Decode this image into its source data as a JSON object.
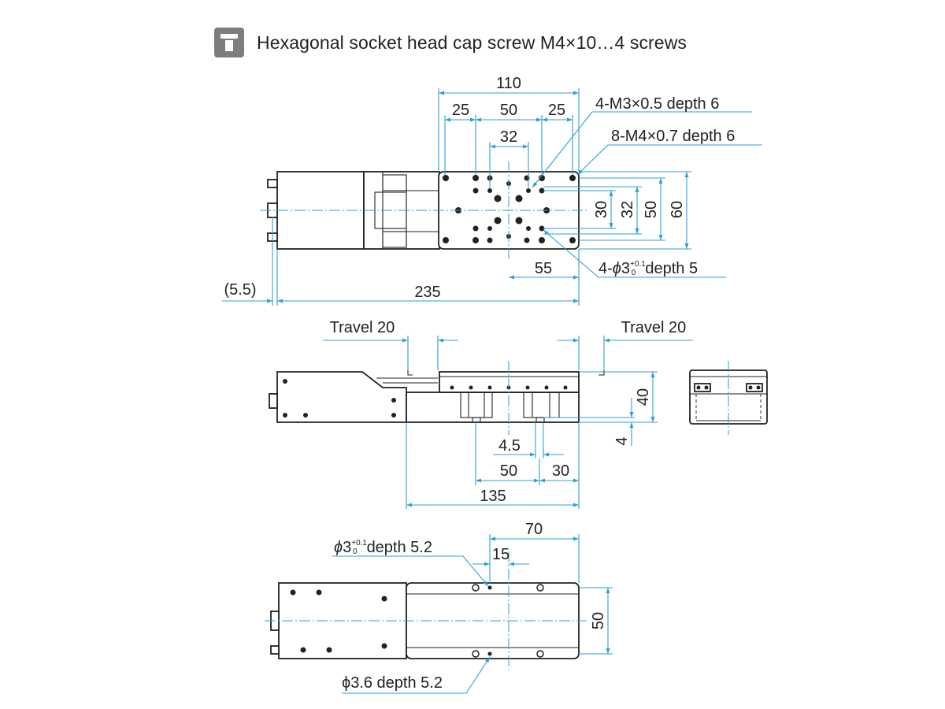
{
  "legend": {
    "icon": "hex-socket-screw-icon",
    "text": "Hexagonal socket head cap screw M4×10…4 screws"
  },
  "top_view": {
    "dims": {
      "overall_table": "110",
      "left_pitch": "25",
      "center_pitch": "50",
      "right_pitch": "25",
      "inner_pitch": "32",
      "v30": "30",
      "v32": "32",
      "v50": "50",
      "v60": "60",
      "offset55": "55",
      "offset_paren": "(5.5)",
      "overall_length": "235"
    },
    "callouts": {
      "m3_holes": "4-M3×0.5 depth 6",
      "m4_holes": "8-M4×0.7 depth 6",
      "pin_prefix": "4-",
      "pin_phi": "ϕ",
      "pin_size": "3",
      "pin_tol_upper": "+0.1",
      "pin_tol_lower": "0",
      "pin_depth": "depth 5"
    }
  },
  "side_view": {
    "travel_left": "Travel 20",
    "travel_right": "Travel 20",
    "dims": {
      "height40": "40",
      "base4": "4",
      "gap4_5": "4.5",
      "span50": "50",
      "span30": "30",
      "base135": "135"
    }
  },
  "bottom_view": {
    "dims": {
      "span70": "70",
      "span15": "15",
      "width50": "50"
    },
    "callouts": {
      "pin_phi": "ϕ",
      "pin_size": "3",
      "pin_tol_upper": "+0.1",
      "pin_tol_lower": "0",
      "pin_depth": "depth 5.2",
      "hole36": "ϕ3.6 depth 5.2"
    }
  },
  "colors": {
    "dimension": "#2c9fd6",
    "outline": "#222222",
    "icon_bg": "#7d7d7d"
  }
}
